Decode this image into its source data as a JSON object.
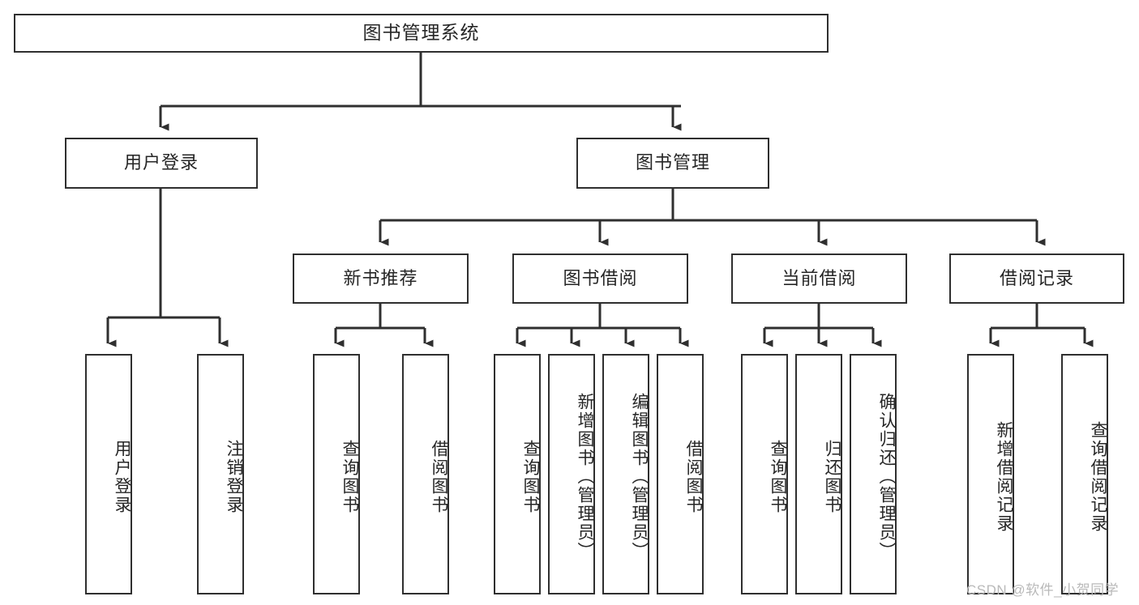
{
  "diagram": {
    "title": "图书管理系统",
    "type": "hierarchy-tree",
    "watermark": "CSDN @软件_小贺同学",
    "colors": {
      "stroke": "#2f2f2f",
      "fill": "#ffffff",
      "text": "#262626",
      "watermark": "#b9b9b9"
    },
    "levels": {
      "root": {
        "label": "图书管理系统"
      },
      "level2": [
        {
          "label": "用户登录"
        },
        {
          "label": "图书管理"
        }
      ],
      "level3": [
        {
          "label": "新书推荐"
        },
        {
          "label": "图书借阅"
        },
        {
          "label": "当前借阅"
        },
        {
          "label": "借阅记录"
        }
      ],
      "level4": [
        {
          "label": "用户登录",
          "parent": "用户登录"
        },
        {
          "label": "注销登录",
          "parent": "用户登录"
        },
        {
          "label": "查询图书",
          "parent": "新书推荐"
        },
        {
          "label": "借阅图书",
          "parent": "新书推荐"
        },
        {
          "label": "查询图书",
          "parent": "图书借阅"
        },
        {
          "label": "新增图书（管理员）",
          "parent": "图书借阅"
        },
        {
          "label": "编辑图书（管理员）",
          "parent": "图书借阅"
        },
        {
          "label": "借阅图书",
          "parent": "图书借阅"
        },
        {
          "label": "查询图书",
          "parent": "当前借阅"
        },
        {
          "label": "归还图书",
          "parent": "当前借阅"
        },
        {
          "label": "确认归还（管理员）",
          "parent": "当前借阅"
        },
        {
          "label": "新增借阅记录",
          "parent": "借阅记录"
        },
        {
          "label": "查询借阅记录",
          "parent": "借阅记录"
        }
      ]
    }
  }
}
